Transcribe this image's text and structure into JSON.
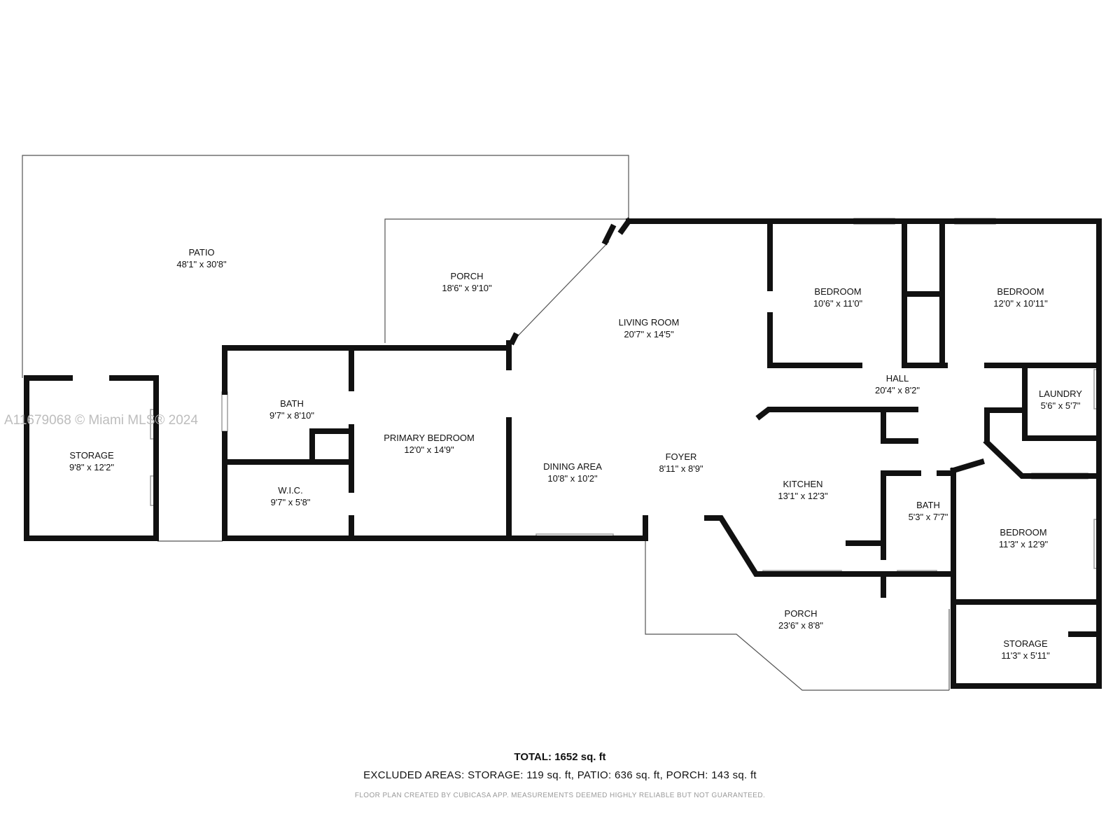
{
  "watermark": "A11679068 © Miami MLS® 2024",
  "rooms": {
    "patio": {
      "name": "PATIO",
      "dims": "48'1\" x 30'8\""
    },
    "porch_top": {
      "name": "PORCH",
      "dims": "18'6\" x 9'10\""
    },
    "living_room": {
      "name": "LIVING ROOM",
      "dims": "20'7\" x 14'5\""
    },
    "bedroom_1": {
      "name": "BEDROOM",
      "dims": "10'6\" x 11'0\""
    },
    "bedroom_2": {
      "name": "BEDROOM",
      "dims": "12'0\" x 10'11\""
    },
    "hall": {
      "name": "HALL",
      "dims": "20'4\" x 8'2\""
    },
    "laundry": {
      "name": "LAUNDRY",
      "dims": "5'6\" x 5'7\""
    },
    "storage_left": {
      "name": "STORAGE",
      "dims": "9'8\" x 12'2\""
    },
    "bath_primary": {
      "name": "BATH",
      "dims": "9'7\" x 8'10\""
    },
    "primary_bedroom": {
      "name": "PRIMARY BEDROOM",
      "dims": "12'0\" x 14'9\""
    },
    "wic": {
      "name": "W.I.C.",
      "dims": "9'7\" x 5'8\""
    },
    "dining_area": {
      "name": "DINING AREA",
      "dims": "10'8\" x 10'2\""
    },
    "foyer": {
      "name": "FOYER",
      "dims": "8'11\" x 8'9\""
    },
    "kitchen": {
      "name": "KITCHEN",
      "dims": "13'1\" x 12'3\""
    },
    "bath_2": {
      "name": "BATH",
      "dims": "5'3\" x 7'7\""
    },
    "bedroom_3": {
      "name": "BEDROOM",
      "dims": "11'3\" x 12'9\""
    },
    "porch_bottom": {
      "name": "PORCH",
      "dims": "23'6\" x 8'8\""
    },
    "storage_right": {
      "name": "STORAGE",
      "dims": "11'3\" x 5'11\""
    }
  },
  "summary": {
    "total": "TOTAL: 1652 sq. ft",
    "excluded": "EXCLUDED AREAS: STORAGE: 119 sq. ft, PATIO: 636 sq. ft, PORCH: 143 sq. ft",
    "credit": "FLOOR PLAN CREATED BY CUBICASA APP. MEASUREMENTS DEEMED HIGHLY RELIABLE BUT NOT GUARANTEED."
  },
  "colors": {
    "wall": "#111111",
    "outline": "#555555",
    "window": "#9e9e9e"
  }
}
